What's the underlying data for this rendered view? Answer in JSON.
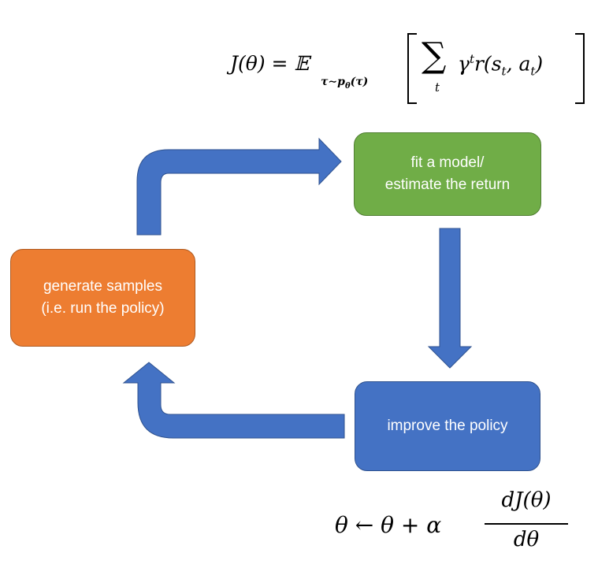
{
  "boxes": {
    "fit": {
      "line1": "fit a model/",
      "line2": "estimate the return"
    },
    "generate": {
      "line1": "generate samples",
      "line2": "(i.e. run the policy)"
    },
    "improve": {
      "line1": "improve the policy"
    }
  },
  "colors": {
    "fit_box": "#70AD47",
    "generate_box": "#ED7D31",
    "improve_box": "#4472C4",
    "arrow": "#4472C4"
  },
  "formulas": {
    "objective": {
      "lhs": "J(θ) = 𝔼",
      "subscript": "τ∼p",
      "subsub": "θ",
      "subtail": "(τ)",
      "sum_symbol": "∑",
      "sum_index": "t",
      "gamma": "γ",
      "gamma_exp": "t",
      "reward": "r(s",
      "r_sub1": "t",
      "comma": ", a",
      "r_sub2": "t",
      "close": ")"
    },
    "update": {
      "lhs": "θ ← θ + α",
      "numerator": "dJ(θ)",
      "denominator": "dθ"
    }
  }
}
